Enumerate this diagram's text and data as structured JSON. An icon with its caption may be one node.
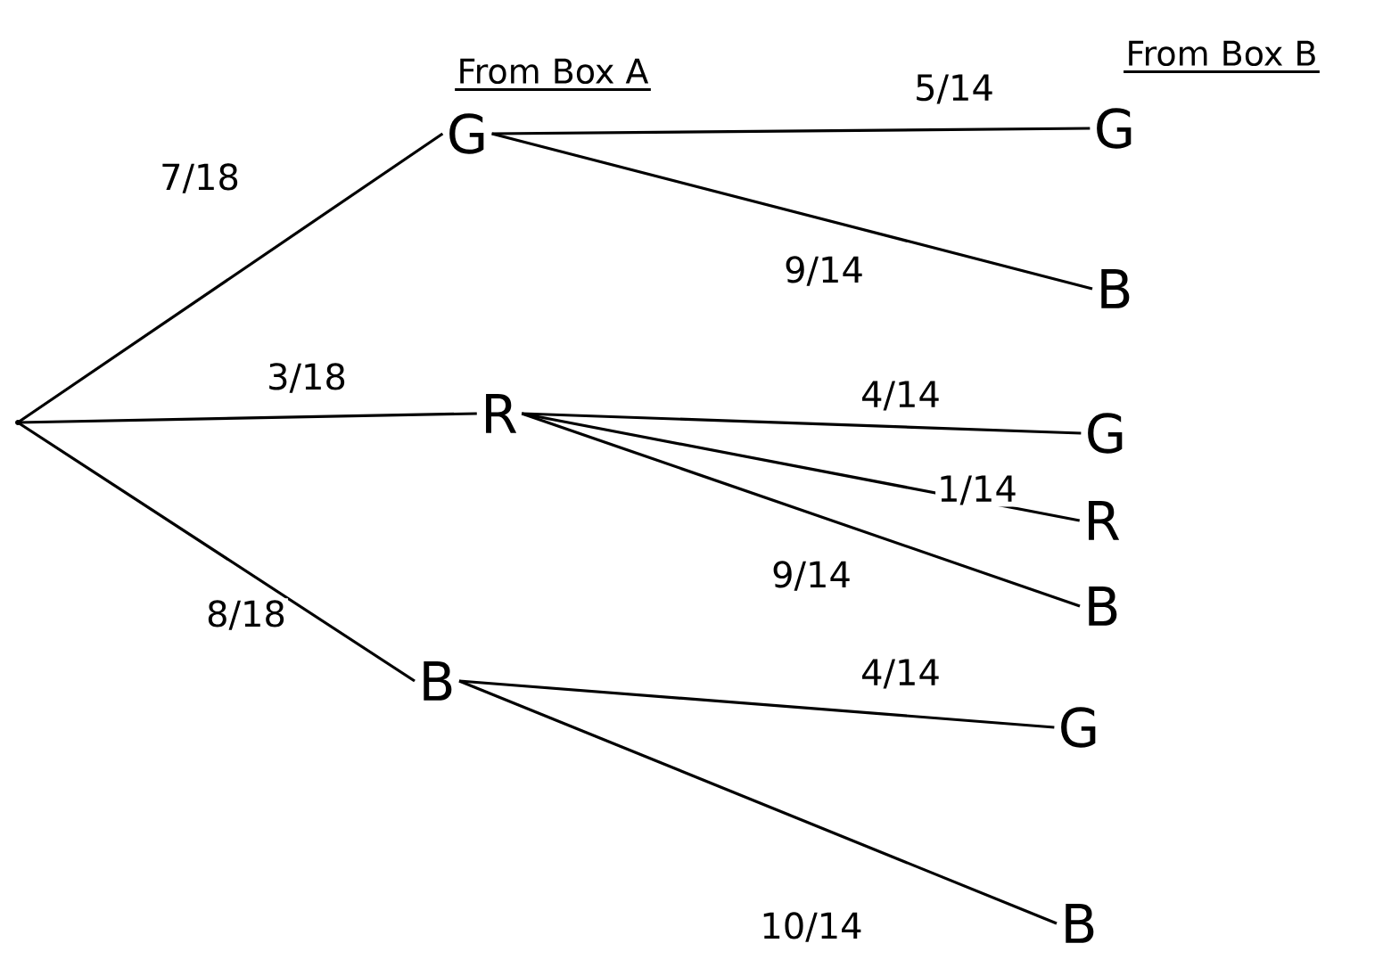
{
  "diagram": {
    "nodes": [
      {
        "text": [],
        "shape": "dot"
      },
      {
        "text": [
          "G"
        ]
      },
      {
        "text": [
          "R"
        ]
      },
      {
        "text": [
          "B"
        ]
      },
      {
        "text": [
          "G"
        ]
      },
      {
        "text": [
          "B"
        ]
      },
      {
        "text": [
          "G"
        ]
      },
      {
        "text": [
          "R"
        ]
      },
      {
        "text": [
          "B"
        ]
      },
      {
        "text": [
          "G"
        ]
      },
      {
        "text": [
          "B"
        ]
      }
    ],
    "edges": [
      {
        "from": 0,
        "to": 1,
        "arrow": "none",
        "label": "7/18"
      },
      {
        "from": 0,
        "to": 2,
        "arrow": "none",
        "label": "3/18"
      },
      {
        "from": 0,
        "to": 3,
        "arrow": "none",
        "label": "8/18"
      },
      {
        "from": 1,
        "to": 4,
        "arrow": "none",
        "label": "5/14"
      },
      {
        "from": 1,
        "to": 5,
        "arrow": "none",
        "label": "9/14"
      },
      {
        "from": 2,
        "to": 6,
        "arrow": "none",
        "label": "4/14"
      },
      {
        "from": 2,
        "to": 7,
        "arrow": "none",
        "label": "1/14"
      },
      {
        "from": 2,
        "to": 8,
        "arrow": "none",
        "label": "9/14"
      },
      {
        "from": 3,
        "to": 9,
        "arrow": "none",
        "label": "4/14"
      },
      {
        "from": 3,
        "to": 10,
        "arrow": "none",
        "label": "10/14"
      }
    ],
    "labels": [
      "From Box A",
      "From Box B"
    ]
  }
}
